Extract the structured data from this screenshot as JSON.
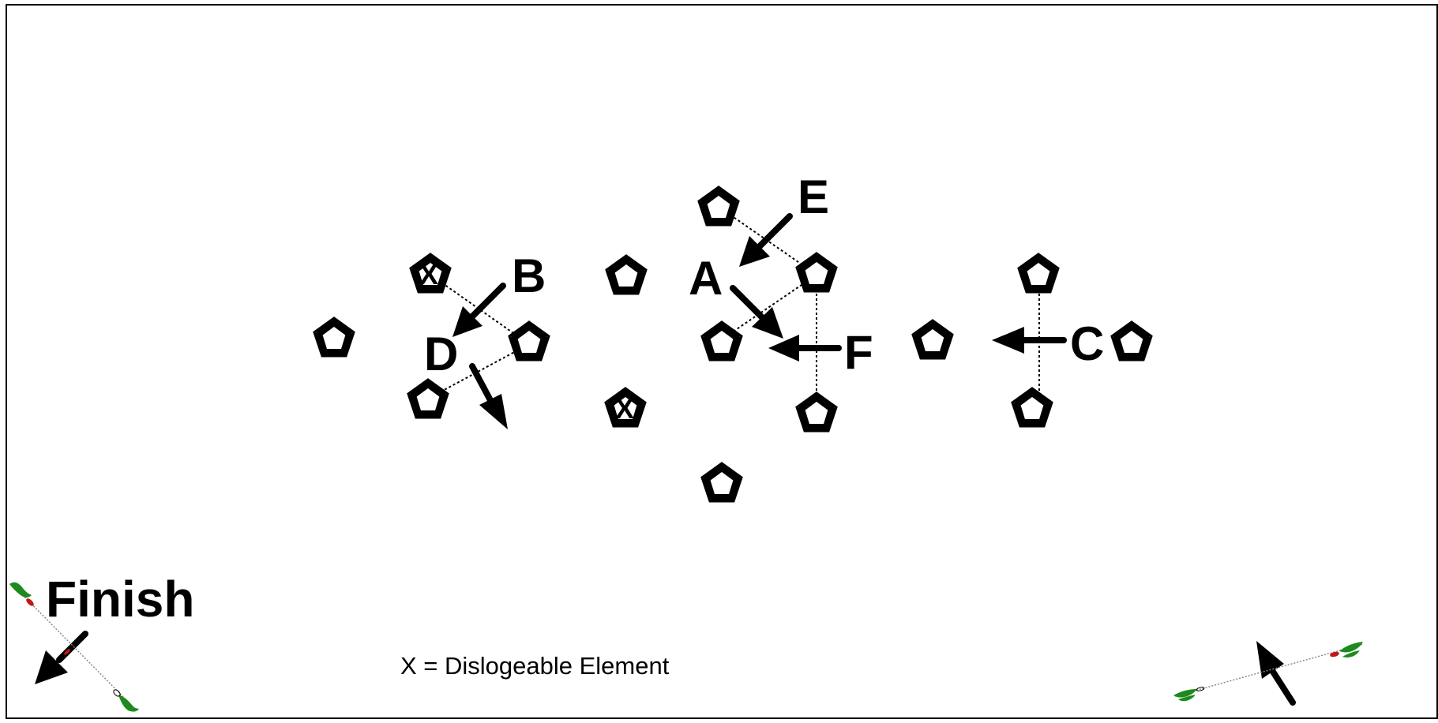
{
  "course": {
    "finish_label": "Finish",
    "legend_text": "X = Dislogeable Element"
  },
  "elements": [
    {
      "id": "left-single",
      "dislodgeable": false
    },
    {
      "id": "d-top",
      "dislodgeable": true,
      "mark": "X"
    },
    {
      "id": "d-mid",
      "dislodgeable": false
    },
    {
      "id": "d-bottom",
      "dislodgeable": false
    },
    {
      "id": "center-top",
      "dislodgeable": false
    },
    {
      "id": "center-bottom",
      "dislodgeable": true,
      "mark": "X"
    },
    {
      "id": "e-top",
      "dislodgeable": false
    },
    {
      "id": "a-mid",
      "dislodgeable": false
    },
    {
      "id": "a-right",
      "dislodgeable": false
    },
    {
      "id": "f-bottom",
      "dislodgeable": false
    },
    {
      "id": "bottom-single",
      "dislodgeable": false
    },
    {
      "id": "c-left",
      "dislodgeable": false
    },
    {
      "id": "c-top",
      "dislodgeable": false
    },
    {
      "id": "c-bottom",
      "dislodgeable": false
    },
    {
      "id": "c-right",
      "dislodgeable": false
    }
  ],
  "labels": {
    "a": "A",
    "b": "B",
    "c": "C",
    "d": "D",
    "e": "E",
    "f": "F"
  },
  "colors": {
    "ink": "#000000",
    "flag_green": "#1e8a1e",
    "flag_red": "#c01818"
  }
}
